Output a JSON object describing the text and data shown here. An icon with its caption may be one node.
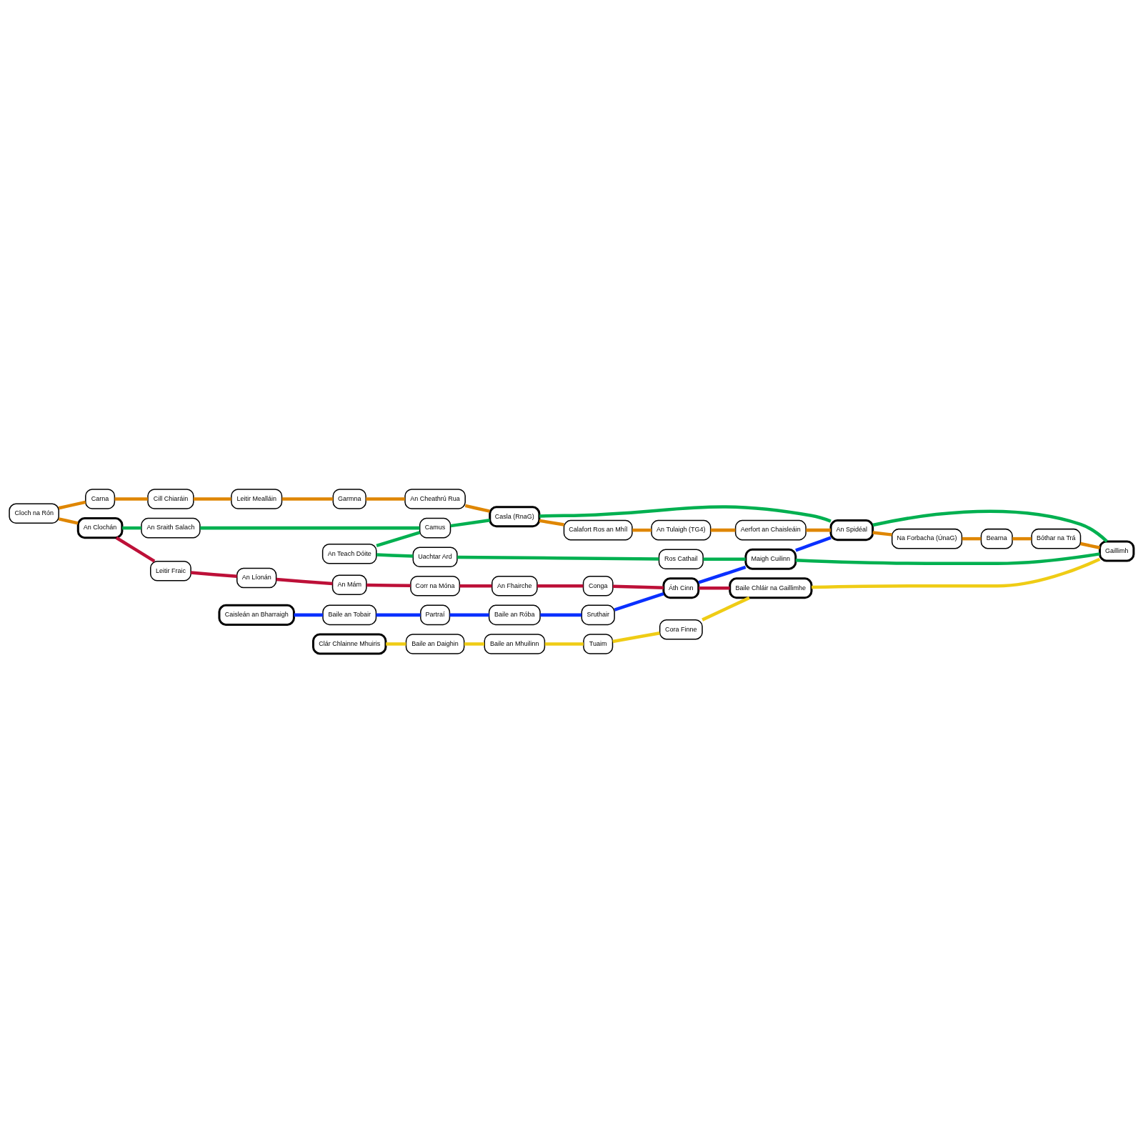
{
  "diagram": {
    "nodes": [
      {
        "text": [
          "Caisleán an Bharraigh"
        ]
      },
      {
        "text": [
          "Clár Chlainne Mhuiris"
        ]
      },
      {
        "text": [
          "Baile an Tobair"
        ]
      },
      {
        "text": [
          "Partraí"
        ]
      },
      {
        "text": [
          "Baile an Daighin"
        ]
      },
      {
        "text": [
          "Baile an Róba"
        ]
      },
      {
        "text": [
          "Baile an Mhuilinn"
        ]
      },
      {
        "text": [
          "Sruthair"
        ]
      },
      {
        "text": [
          "Tuaim"
        ]
      },
      {
        "text": [
          "Leitir Fraic"
        ]
      },
      {
        "text": [
          "An Líonán"
        ]
      },
      {
        "text": [
          "An Mám"
        ]
      },
      {
        "text": [
          "Corr na Móna"
        ]
      },
      {
        "text": [
          "An Fhairche"
        ]
      },
      {
        "text": [
          "Conga"
        ]
      },
      {
        "text": [
          "Áth Cinn"
        ]
      },
      {
        "text": [
          "Cora Finne"
        ]
      },
      {
        "text": [
          "Cloch na Rón"
        ]
      },
      {
        "text": [
          "An Clochán"
        ]
      },
      {
        "text": [
          "An Sraith Salach"
        ]
      },
      {
        "text": [
          "An Teach Dóite"
        ]
      },
      {
        "text": [
          "Uachtar Ard"
        ]
      },
      {
        "text": [
          "Ros Cathail"
        ]
      },
      {
        "text": [
          "Maigh Cuilinn"
        ]
      },
      {
        "text": [
          "Baile Chláir na Gaillimhe"
        ]
      },
      {
        "text": [
          "Carna"
        ]
      },
      {
        "text": [
          "Camus"
        ]
      },
      {
        "text": [
          "Cill Chiaráin"
        ]
      },
      {
        "text": [
          "Leitir Mealláin"
        ]
      },
      {
        "text": [
          "Garmna"
        ]
      },
      {
        "text": [
          "An Cheathrú Rua"
        ]
      },
      {
        "text": [
          "Casla (RnaG)"
        ]
      },
      {
        "text": [
          "Calafort Ros an Mhíl"
        ]
      },
      {
        "text": [
          "An Tulaigh (TG4)"
        ]
      },
      {
        "text": [
          "Aerfort an Chaisleáin"
        ]
      },
      {
        "text": [
          "An Spidéal"
        ]
      },
      {
        "text": [
          "Na Forbacha (ÚnaG)"
        ]
      },
      {
        "text": [
          "Bearna"
        ]
      },
      {
        "text": [
          "Bóthar na Trá"
        ]
      },
      {
        "text": [
          "Gaillimh"
        ]
      }
    ],
    "edges": [
      {
        "from": 17,
        "to": 18,
        "arrow": "none",
        "color": "#df8600"
      },
      {
        "from": 17,
        "to": 25,
        "arrow": "none",
        "color": "#df8600"
      },
      {
        "from": 25,
        "to": 27,
        "arrow": "none",
        "color": "#df8600"
      },
      {
        "from": 27,
        "to": 28,
        "arrow": "none",
        "color": "#df8600"
      },
      {
        "from": 28,
        "to": 29,
        "arrow": "none",
        "color": "#df8600"
      },
      {
        "from": 29,
        "to": 30,
        "arrow": "none",
        "color": "#df8600"
      },
      {
        "from": 30,
        "to": 31,
        "arrow": "none",
        "color": "#df8600"
      },
      {
        "from": 31,
        "to": 32,
        "arrow": "none",
        "color": "#df8600"
      },
      {
        "from": 32,
        "to": 33,
        "arrow": "none",
        "color": "#df8600"
      },
      {
        "from": 33,
        "to": 34,
        "arrow": "none",
        "color": "#df8600"
      },
      {
        "from": 34,
        "to": 35,
        "arrow": "none",
        "color": "#df8600"
      },
      {
        "from": 35,
        "to": 36,
        "arrow": "none",
        "color": "#df8600"
      },
      {
        "from": 36,
        "to": 37,
        "arrow": "none",
        "color": "#df8600"
      },
      {
        "from": 37,
        "to": 38,
        "arrow": "none",
        "color": "#df8600"
      },
      {
        "from": 38,
        "to": 39,
        "arrow": "none",
        "color": "#df8600"
      },
      {
        "from": 18,
        "to": 9,
        "arrow": "none",
        "color": "#bd1038"
      },
      {
        "from": 9,
        "to": 10,
        "arrow": "none",
        "color": "#bd1038"
      },
      {
        "from": 10,
        "to": 11,
        "arrow": "none",
        "color": "#bd1038"
      },
      {
        "from": 11,
        "to": 12,
        "arrow": "none",
        "color": "#bd1038"
      },
      {
        "from": 12,
        "to": 13,
        "arrow": "none",
        "color": "#bd1038"
      },
      {
        "from": 13,
        "to": 14,
        "arrow": "none",
        "color": "#bd1038"
      },
      {
        "from": 14,
        "to": 15,
        "arrow": "none",
        "color": "#bd1038"
      },
      {
        "from": 15,
        "to": 24,
        "arrow": "none",
        "color": "#bd1038"
      },
      {
        "from": 0,
        "to": 2,
        "arrow": "none",
        "color": "#0a30ff"
      },
      {
        "from": 2,
        "to": 3,
        "arrow": "none",
        "color": "#0a30ff"
      },
      {
        "from": 3,
        "to": 5,
        "arrow": "none",
        "color": "#0a30ff"
      },
      {
        "from": 5,
        "to": 7,
        "arrow": "none",
        "color": "#0a30ff"
      },
      {
        "from": 7,
        "to": 15,
        "arrow": "none",
        "color": "#0a30ff"
      },
      {
        "from": 15,
        "to": 23,
        "arrow": "none",
        "color": "#0a30ff"
      },
      {
        "from": 23,
        "to": 35,
        "arrow": "none",
        "color": "#0a30ff"
      },
      {
        "from": 18,
        "to": 19,
        "arrow": "none",
        "color": "#00b050"
      },
      {
        "from": 19,
        "to": 26,
        "arrow": "none",
        "color": "#00b050"
      },
      {
        "from": 20,
        "to": 26,
        "arrow": "none",
        "color": "#00b050"
      },
      {
        "from": 20,
        "to": 21,
        "arrow": "none",
        "color": "#00b050"
      },
      {
        "from": 21,
        "to": 22,
        "arrow": "none",
        "color": "#00b050"
      },
      {
        "from": 22,
        "to": 23,
        "arrow": "none",
        "color": "#00b050"
      },
      {
        "from": 23,
        "to": 39,
        "arrow": "none",
        "color": "#00b050"
      },
      {
        "from": 26,
        "to": 31,
        "arrow": "none",
        "color": "#00b050"
      },
      {
        "from": 31,
        "to": 35,
        "arrow": "none",
        "color": "#00b050"
      },
      {
        "from": 35,
        "to": 39,
        "arrow": "none",
        "color": "#00b050"
      },
      {
        "from": 1,
        "to": 4,
        "arrow": "none",
        "color": "#efcc15"
      },
      {
        "from": 4,
        "to": 6,
        "arrow": "none",
        "color": "#efcc15"
      },
      {
        "from": 6,
        "to": 8,
        "arrow": "none",
        "color": "#efcc15"
      },
      {
        "from": 8,
        "to": 16,
        "arrow": "none",
        "color": "#efcc15"
      },
      {
        "from": 16,
        "to": 24,
        "arrow": "none",
        "color": "#efcc15"
      },
      {
        "from": 24,
        "to": 39,
        "arrow": "none",
        "color": "#efcc15"
      }
    ]
  }
}
